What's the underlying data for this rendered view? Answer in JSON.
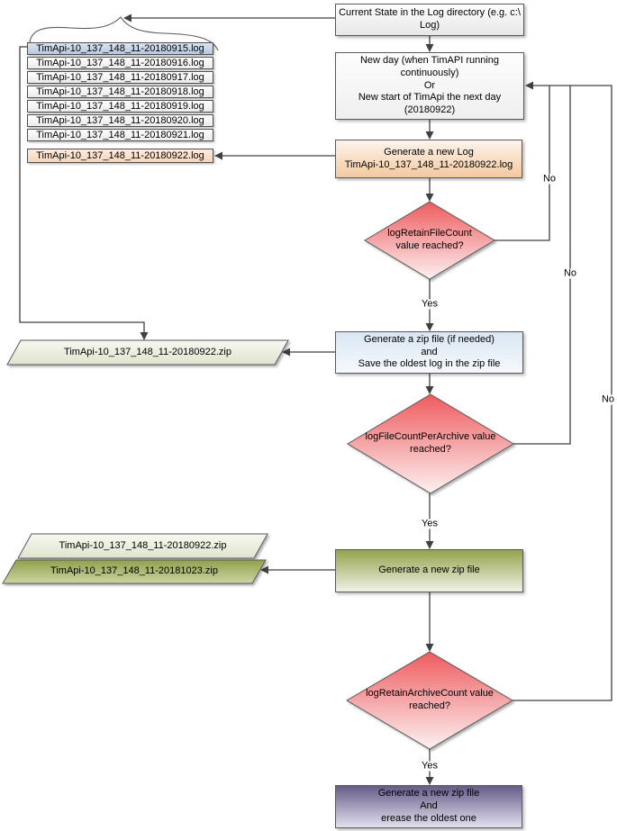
{
  "labels": {
    "yes": "Yes",
    "no": "No"
  },
  "logs": {
    "items": [
      "TimApi-10_137_148_11-20180915.log",
      "TimApi-10_137_148_11-20180916.log",
      "TimApi-10_137_148_11-20180917.log",
      "TimApi-10_137_148_11-20180918.log",
      "TimApi-10_137_148_11-20180919.log",
      "TimApi-10_137_148_11-20180920.log",
      "TimApi-10_137_148_11-20180921.log"
    ],
    "new_log": "TimApi-10_137_148_11-20180922.log"
  },
  "zips": {
    "zip_current": "TimApi-10_137_148_11-20180922.zip",
    "zip_old": "TimApi-10_137_148_11-20180922.zip",
    "zip_new": "TimApi-10_137_148_11-20181023.zip"
  },
  "flow": {
    "current_state": "Current State in the Log directory (e.g. c:\\\nLog)",
    "new_day": "New day (when TimAPI running\ncontinuously)\nOr\nNew start of TimApi the next day\n(20180922)",
    "generate_log": "Generate a new Log\nTimApi-10_137_148_11-20180922.log",
    "decision_retain_file": "logRetainFileCount\nvalue reached?",
    "generate_zip": "Generate a zip file (if needed)\nand\nSave the oldest log in the zip file",
    "decision_files_per_archive": "logFileCountPerArchive value\nreached?",
    "generate_new_zip": "Generate a new zip file",
    "decision_retain_archive": "logRetainArchiveCount value\nreached?",
    "generate_and_erase": "Generate a new zip file\nAnd\nerease the oldest one"
  },
  "colors": {
    "line": "#404040",
    "decision_top": "#ee5b5e",
    "decision_bottom": "#fdf1f1",
    "zip_pale_top": "#f7f8f1",
    "zip_pale_bottom": "#dfe4cd",
    "zip_green_top": "#90a14b",
    "zip_green_bottom": "#ccd5a3",
    "new_log_box": "#f6d5ba",
    "generate_log_box": "#f4c99f",
    "zip_box_blue": "#d9e6f2",
    "zip_box_green": "#93a34c",
    "erase_box_purple": "#665c88"
  }
}
